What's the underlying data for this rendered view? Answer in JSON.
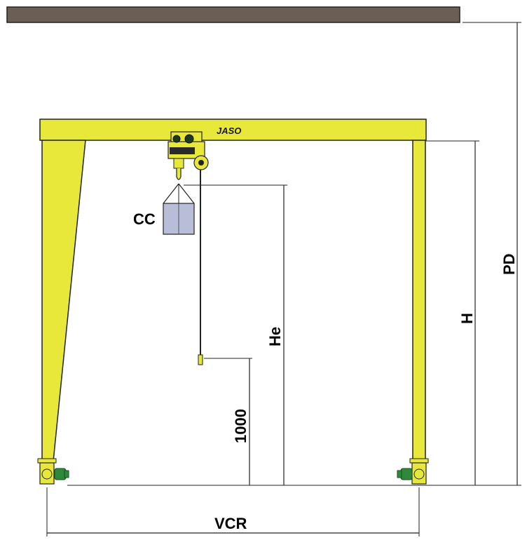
{
  "labels": {
    "cc": "CC",
    "he": "He",
    "h": "H",
    "pd": "PD",
    "vcr": "VCR",
    "hook_clearance": "1000"
  },
  "logo": {
    "text": "JASO"
  },
  "icons": {
    "hoist": "electric-hoist-icon",
    "load": "load-box-icon",
    "wheel_left": "travel-wheel-motor-icon",
    "wheel_right": "travel-wheel-motor-icon"
  },
  "colors": {
    "structure": "#e8e83a",
    "outline": "#222222",
    "ceiling": "#6b5f55",
    "load": "#b8bdd8",
    "motor": "#2e8a3a"
  }
}
